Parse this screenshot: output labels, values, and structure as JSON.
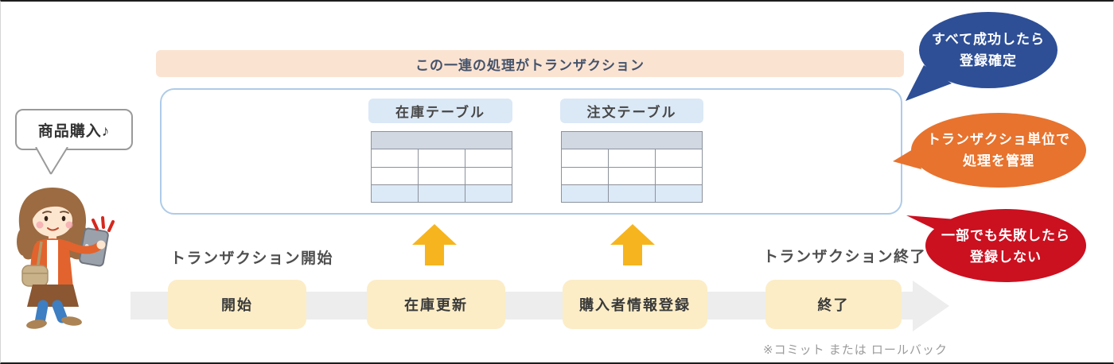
{
  "banner": {
    "label": "この一連の処理がトランザクション"
  },
  "actor": {
    "speech": "商品購入♪"
  },
  "transaction_box": {
    "tables": [
      {
        "label": "在庫テーブル",
        "columns": 3,
        "body_rows": 3
      },
      {
        "label": "注文テーブル",
        "columns": 3,
        "body_rows": 3
      }
    ]
  },
  "flow": {
    "start_label": "トランザクション開始",
    "end_label": "トランザクション終了",
    "steps": [
      {
        "label": "開始"
      },
      {
        "label": "在庫更新"
      },
      {
        "label": "購入者情報登録"
      },
      {
        "label": "終了"
      }
    ],
    "footnote": "※コミット または ロールバック"
  },
  "callouts": [
    {
      "id": "success",
      "lines": [
        "すべて成功したら",
        "登録確定"
      ],
      "color": "#2e4f96"
    },
    {
      "id": "per-transaction",
      "lines": [
        "トランザクショ単位で",
        "処理を管理"
      ],
      "color": "#e7732e"
    },
    {
      "id": "failure",
      "lines": [
        "一部でも失敗したら",
        "登録しない"
      ],
      "color": "#cb1020"
    }
  ],
  "icons": {
    "up_arrow": "yellow upward block arrow",
    "flow_arrow": "gray rightward flow arrow"
  },
  "colors": {
    "banner_bg": "#fbe3d2",
    "banner_text": "#44536b",
    "container_border": "#aecbe8",
    "table_label_bg": "#dbe8f6",
    "table_header_bg": "#d2d8e2",
    "table_last_row_bg": "#dce9f7",
    "table_border": "#8b929c",
    "step_bg": "#fcedc7",
    "flow_band": "#ededed",
    "up_arrow": "#f6b51e",
    "callout_blue": "#2e4f96",
    "callout_orange": "#e7732e",
    "callout_red": "#cb1020"
  }
}
